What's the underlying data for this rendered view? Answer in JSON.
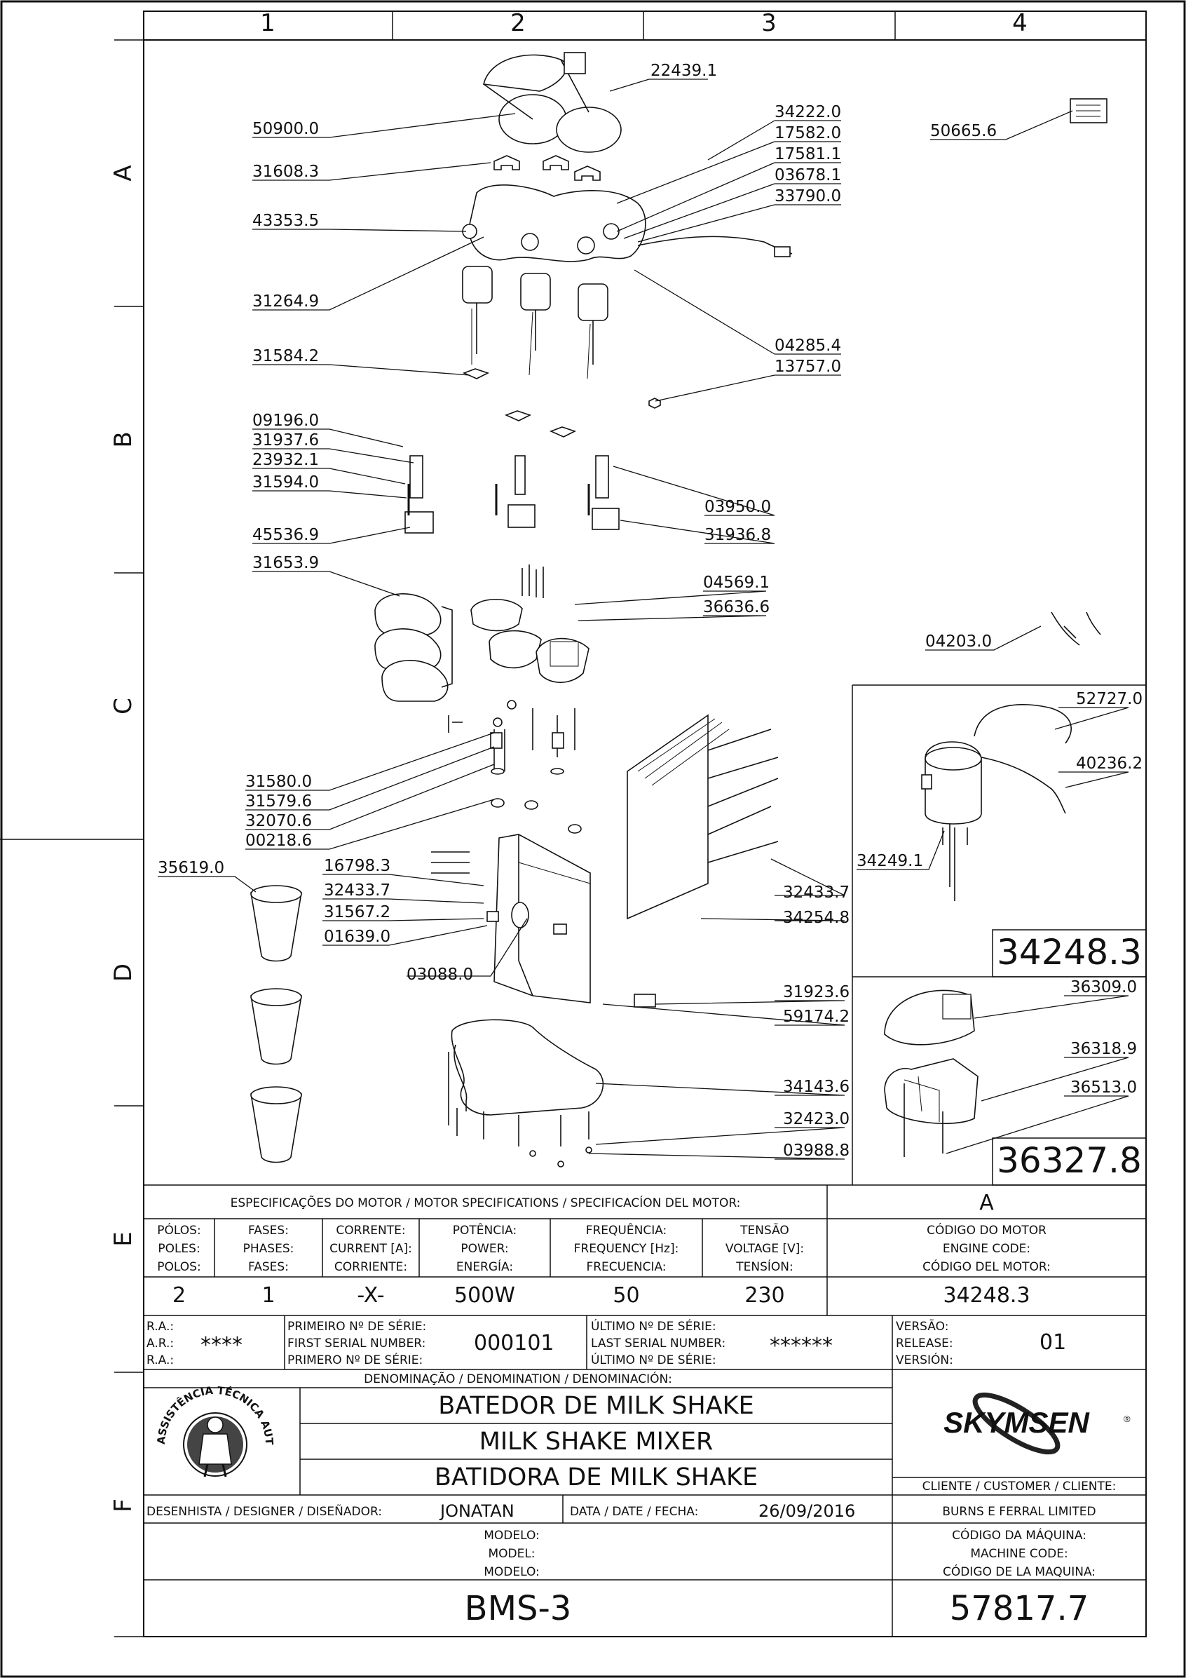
{
  "grid": {
    "columns": [
      "1",
      "2",
      "3",
      "4"
    ],
    "rows": [
      "A",
      "B",
      "C",
      "D",
      "E",
      "F"
    ]
  },
  "part_labels": {
    "p22439_1": "22439.1",
    "p50900_0": "50900.0",
    "p34222_0": "34222.0",
    "p17582_0": "17582.0",
    "p17581_1": "17581.1",
    "p03678_1": "03678.1",
    "p33790_0": "33790.0",
    "p50665_6": "50665.6",
    "p31608_3": "31608.3",
    "p43353_5": "43353.5",
    "p31264_9": "31264.9",
    "p04285_4": "04285.4",
    "p13757_0": "13757.0",
    "p31584_2": "31584.2",
    "p09196_0": "09196.0",
    "p31937_6": "31937.6",
    "p23932_1": "23932.1",
    "p31594_0": "31594.0",
    "p03950_0": "03950.0",
    "p45536_9": "45536.9",
    "p31936_8": "31936.8",
    "p31653_9": "31653.9",
    "p04569_1": "04569.1",
    "p36636_6": "36636.6",
    "p04203_0": "04203.0",
    "p52727_0": "52727.0",
    "p40236_2": "40236.2",
    "p34249_1": "34249.1",
    "p31580_0": "31580.0",
    "p31579_6": "31579.6",
    "p32070_6": "32070.6",
    "p00218_6": "00218.6",
    "p35619_0": "35619.0",
    "p16798_3": "16798.3",
    "p32433_7a": "32433.7",
    "p31567_2": "31567.2",
    "p01639_0": "01639.0",
    "p03088_0": "03088.0",
    "p32433_7b": "32433.7",
    "p34254_8": "34254.8",
    "p31923_6": "31923.6",
    "p59174_2": "59174.2",
    "p34143_6": "34143.6",
    "p32423_0": "32423.0",
    "p03988_8": "03988.8",
    "p36309_0": "36309.0",
    "p36318_9": "36318.9",
    "p36513_0": "36513.0"
  },
  "inset_codes": {
    "motor_assembly": "34248.3",
    "head_assembly": "36327.8"
  },
  "motor_specs": {
    "title": "ESPECIFICAÇÕES DO MOTOR / MOTOR SPECIFICATIONS / SPECIFICACÍON DEL MOTOR:",
    "column_label": "A",
    "headers": [
      [
        "PÓLOS:",
        "POLES:",
        "POLOS:"
      ],
      [
        "FASES:",
        "PHASES:",
        "FASES:"
      ],
      [
        "CORRENTE:",
        "CURRENT [A]:",
        "CORRIENTE:"
      ],
      [
        "POTÊNCIA:",
        "POWER:",
        "ENERGÍA:"
      ],
      [
        "FREQUÊNCIA:",
        "FREQUENCY [Hz]:",
        "FRECUENCIA:"
      ],
      [
        "TENSÃO",
        "VOLTAGE [V]:",
        "TENSÍON:"
      ],
      [
        "CÓDIGO DO MOTOR",
        "ENGINE CODE:",
        "CÓDIGO DEL MOTOR:"
      ]
    ],
    "values": [
      "2",
      "1",
      "-X-",
      "500W",
      "50",
      "230",
      "34248.3"
    ]
  },
  "serial": {
    "ra_labels": [
      "R.A.:",
      "A.R.:",
      "R.A.:"
    ],
    "ra_value": "****",
    "first_labels": [
      "PRIMEIRO Nº DE SÉRIE:",
      "FIRST SERIAL NUMBER:",
      "PRIMERO Nº DE SÉRIE:"
    ],
    "first_value": "000101",
    "last_labels": [
      "ÚLTIMO Nº DE SÉRIE:",
      "LAST SERIAL NUMBER:",
      "ÚLTIMO Nº DE SÉRIE:"
    ],
    "last_value": "******",
    "version_labels": [
      "VERSÃO:",
      "RELEASE:",
      "VERSIÓN:"
    ],
    "version_value": "01"
  },
  "denomination": {
    "label": "DENOMINAÇÃO / DENOMINATION / DENOMINACIÓN:",
    "lines": [
      "BATEDOR DE MILK SHAKE",
      "MILK SHAKE MIXER",
      "BATIDORA DE MILK SHAKE"
    ]
  },
  "stamp": {
    "text": "ASSISTÊNCIA TÉCNICA AUTORIZADA"
  },
  "brand": {
    "name": "SKYMSEN",
    "mark": "®"
  },
  "customer": {
    "label": "CLIENTE / CUSTOMER / CLIENTE:",
    "value": "BURNS E FERRAL LIMITED"
  },
  "designer": {
    "label": "DESENHISTA / DESIGNER / DISEÑADOR:",
    "value": "JONATAN",
    "date_label": "DATA / DATE / FECHA:",
    "date_value": "26/09/2016"
  },
  "model": {
    "labels": [
      "MODELO:",
      "MODEL:",
      "MODELO:"
    ],
    "value": "BMS-3"
  },
  "machine_code": {
    "labels": [
      "CÓDIGO DA MÁQUINA:",
      "MACHINE CODE:",
      "CÓDIGO DE LA MAQUINA:"
    ],
    "value": "57817.7"
  }
}
